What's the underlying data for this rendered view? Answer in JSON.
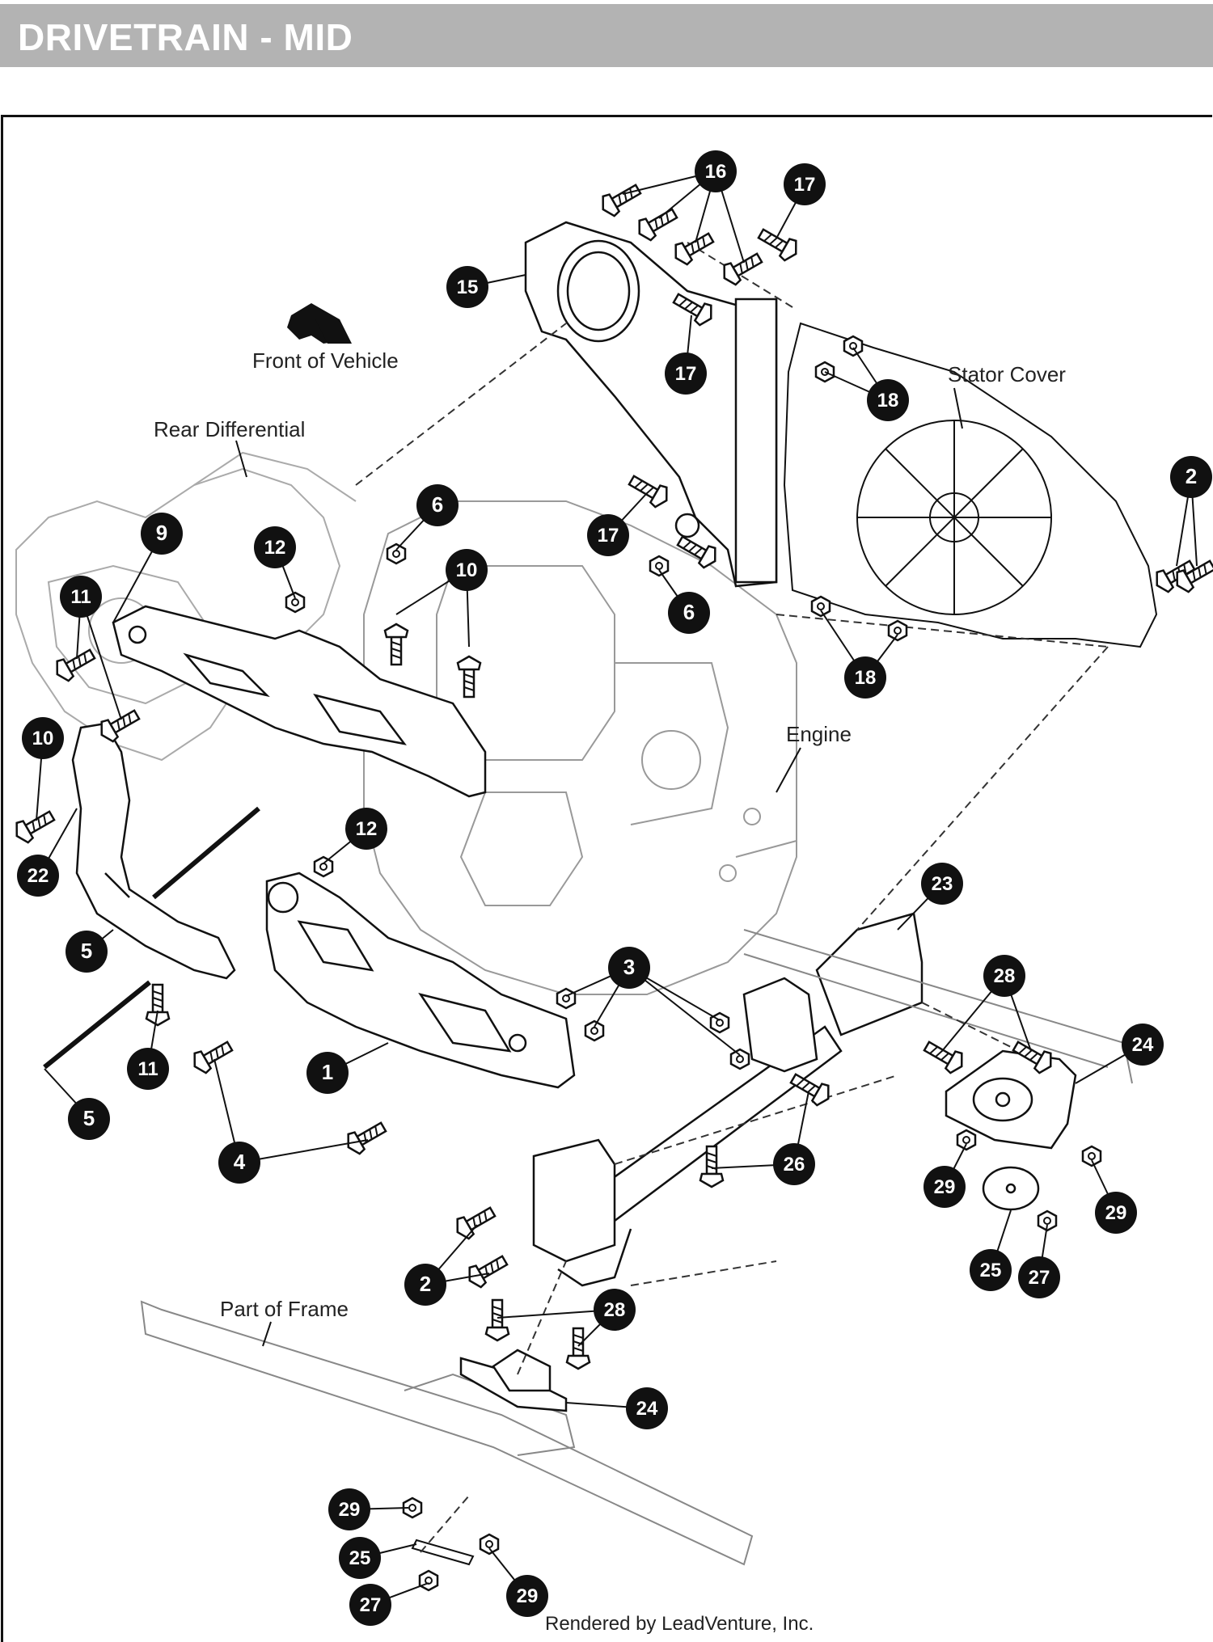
{
  "title": "DRIVETRAIN - MID",
  "labels": {
    "front_of_vehicle": "Front of Vehicle",
    "rear_differential": "Rear Differential",
    "stator_cover": "Stator Cover",
    "engine": "Engine",
    "part_of_frame": "Part of Frame",
    "credit": "Rendered by LeadVenture, Inc."
  },
  "callouts": [
    {
      "id": "c16",
      "number": "16"
    },
    {
      "id": "c17a",
      "number": "17"
    },
    {
      "id": "c15",
      "number": "15"
    },
    {
      "id": "c17b",
      "number": "17"
    },
    {
      "id": "c18a",
      "number": "18"
    },
    {
      "id": "c2a",
      "number": "2"
    },
    {
      "id": "c6a",
      "number": "6"
    },
    {
      "id": "c9",
      "number": "9"
    },
    {
      "id": "c12a",
      "number": "12"
    },
    {
      "id": "c10a",
      "number": "10"
    },
    {
      "id": "c17c",
      "number": "17"
    },
    {
      "id": "c6b",
      "number": "6"
    },
    {
      "id": "c11a",
      "number": "11"
    },
    {
      "id": "c18b",
      "number": "18"
    },
    {
      "id": "c10b",
      "number": "10"
    },
    {
      "id": "c12b",
      "number": "12"
    },
    {
      "id": "c22",
      "number": "22"
    },
    {
      "id": "c23",
      "number": "23"
    },
    {
      "id": "c5a",
      "number": "5"
    },
    {
      "id": "c3",
      "number": "3"
    },
    {
      "id": "c28a",
      "number": "28"
    },
    {
      "id": "c24a",
      "number": "24"
    },
    {
      "id": "c11b",
      "number": "11"
    },
    {
      "id": "c1",
      "number": "1"
    },
    {
      "id": "c5b",
      "number": "5"
    },
    {
      "id": "c4",
      "number": "4"
    },
    {
      "id": "c26",
      "number": "26"
    },
    {
      "id": "c29a",
      "number": "29"
    },
    {
      "id": "c29b",
      "number": "29"
    },
    {
      "id": "c25a",
      "number": "25"
    },
    {
      "id": "c27a",
      "number": "27"
    },
    {
      "id": "c2b",
      "number": "2"
    },
    {
      "id": "c28b",
      "number": "28"
    },
    {
      "id": "c24b",
      "number": "24"
    },
    {
      "id": "c29c",
      "number": "29"
    },
    {
      "id": "c25b",
      "number": "25"
    },
    {
      "id": "c29d",
      "number": "29"
    },
    {
      "id": "c27b",
      "number": "27"
    }
  ]
}
